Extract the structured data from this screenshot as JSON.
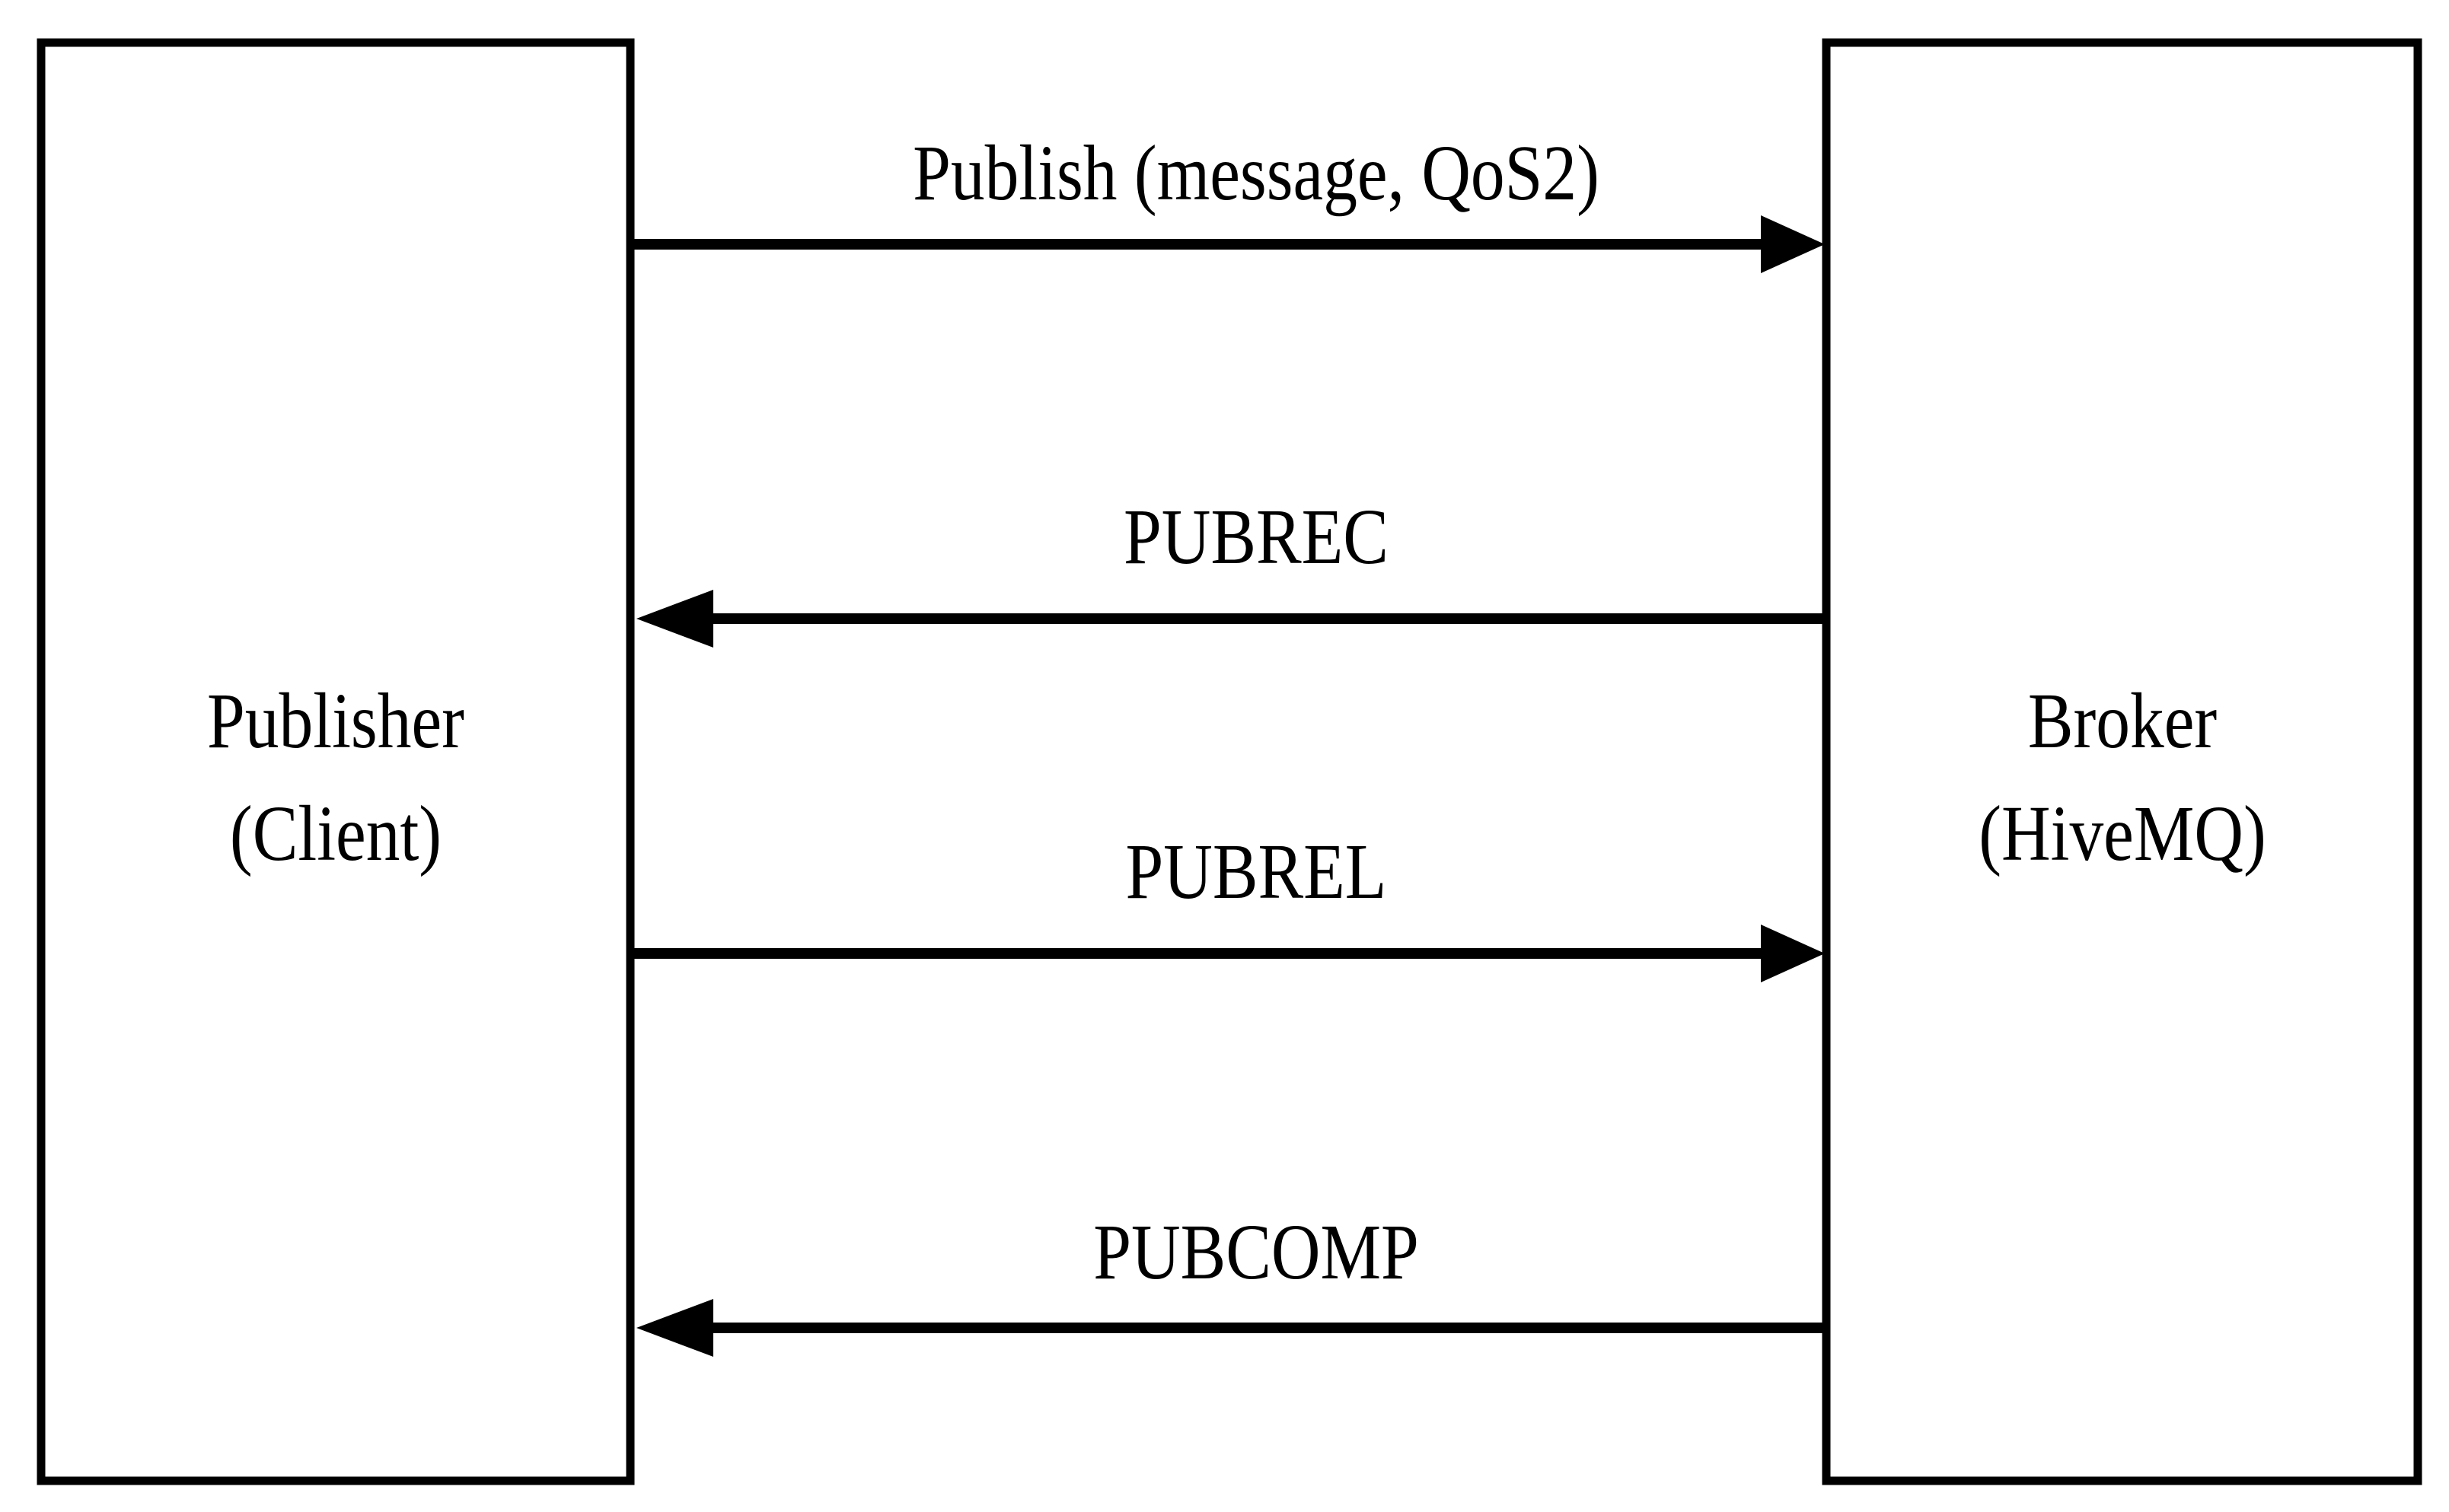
{
  "diagram": {
    "title": "MQTT QoS 2 publish handshake sequence diagram",
    "background_color": "#ffffff",
    "line_color": "#000000",
    "participants": [
      {
        "id": "publisher",
        "name_line1": "Publisher",
        "name_line2": "(Client)",
        "side": "left"
      },
      {
        "id": "broker",
        "name_line1": "Broker",
        "name_line2": "(HiveMQ)",
        "side": "right"
      }
    ],
    "messages": [
      {
        "index": 1,
        "label": "Publish (message, QoS2)",
        "from": "publisher",
        "to": "broker",
        "direction": "right"
      },
      {
        "index": 2,
        "label": "PUBREC",
        "from": "broker",
        "to": "publisher",
        "direction": "left"
      },
      {
        "index": 3,
        "label": "PUBREL",
        "from": "publisher",
        "to": "broker",
        "direction": "right"
      },
      {
        "index": 4,
        "label": "PUBCOMP",
        "from": "broker",
        "to": "publisher",
        "direction": "left"
      }
    ]
  }
}
